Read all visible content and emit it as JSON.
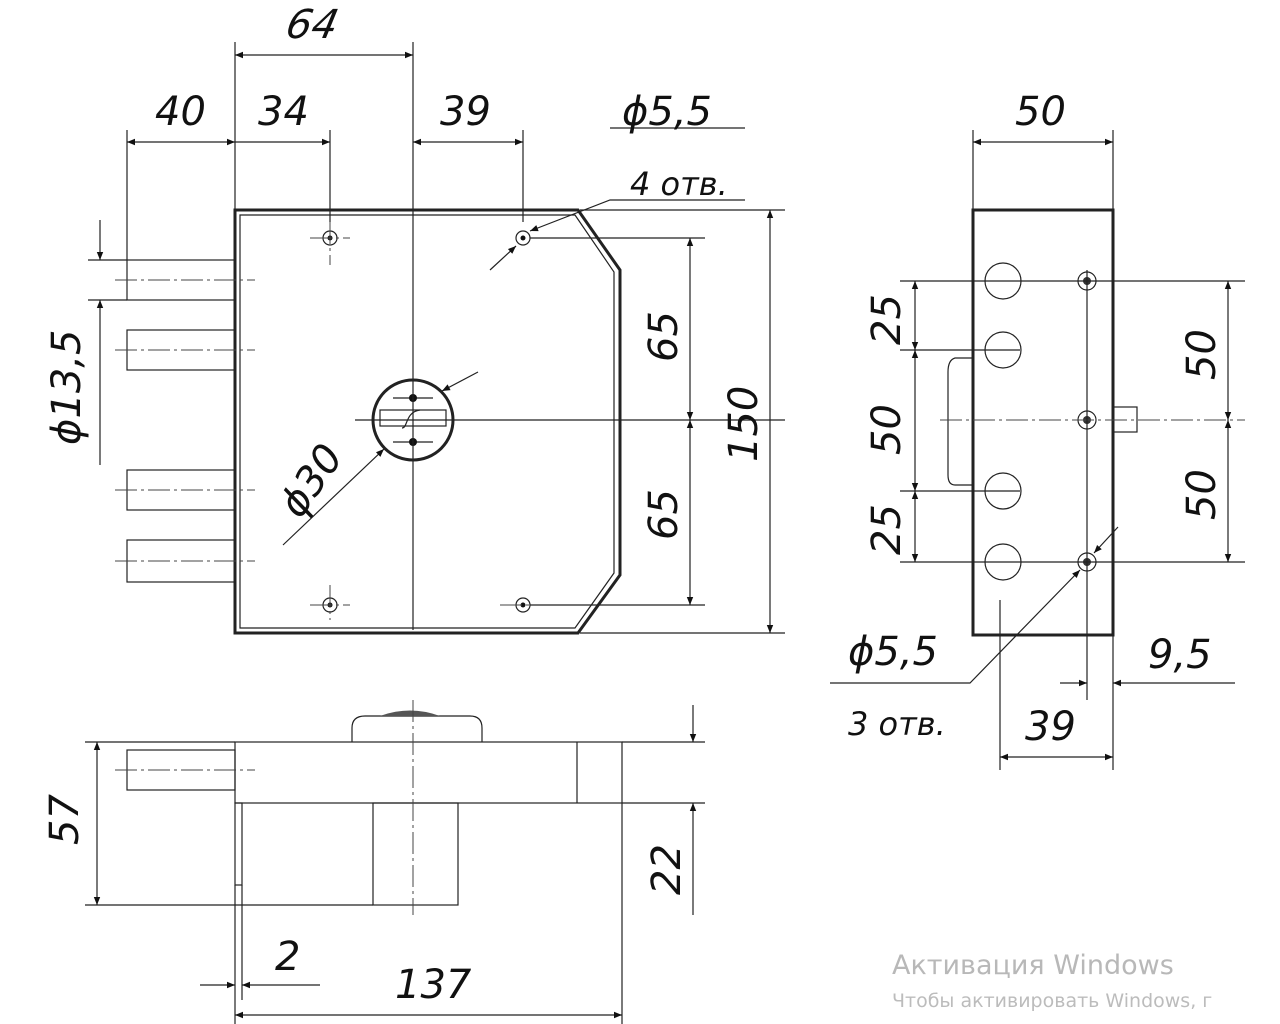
{
  "front_view": {
    "dims": {
      "d64": "64",
      "d40": "40",
      "d34": "34",
      "d39": "39",
      "hole_dia": "ϕ5,5",
      "holes_count": "4 отв.",
      "bolt_dia": "ϕ13,5",
      "cyl_dia": "ϕ30",
      "d65a": "65",
      "d65b": "65",
      "d150": "150"
    }
  },
  "side_view": {
    "dims": {
      "d50_top": "50",
      "d25a": "25",
      "d50_mid": "50",
      "d25b": "25",
      "d50_r1": "50",
      "d50_r2": "50",
      "hole_dia": "ϕ5,5",
      "holes_count": "3 отв.",
      "d9_5": "9,5",
      "d39": "39"
    }
  },
  "bottom_view": {
    "dims": {
      "d57": "57",
      "d22": "22",
      "d2": "2",
      "d137": "137"
    }
  },
  "watermark": {
    "title": "Активация Windows",
    "subtitle": "Чтобы активировать Windows, г"
  }
}
